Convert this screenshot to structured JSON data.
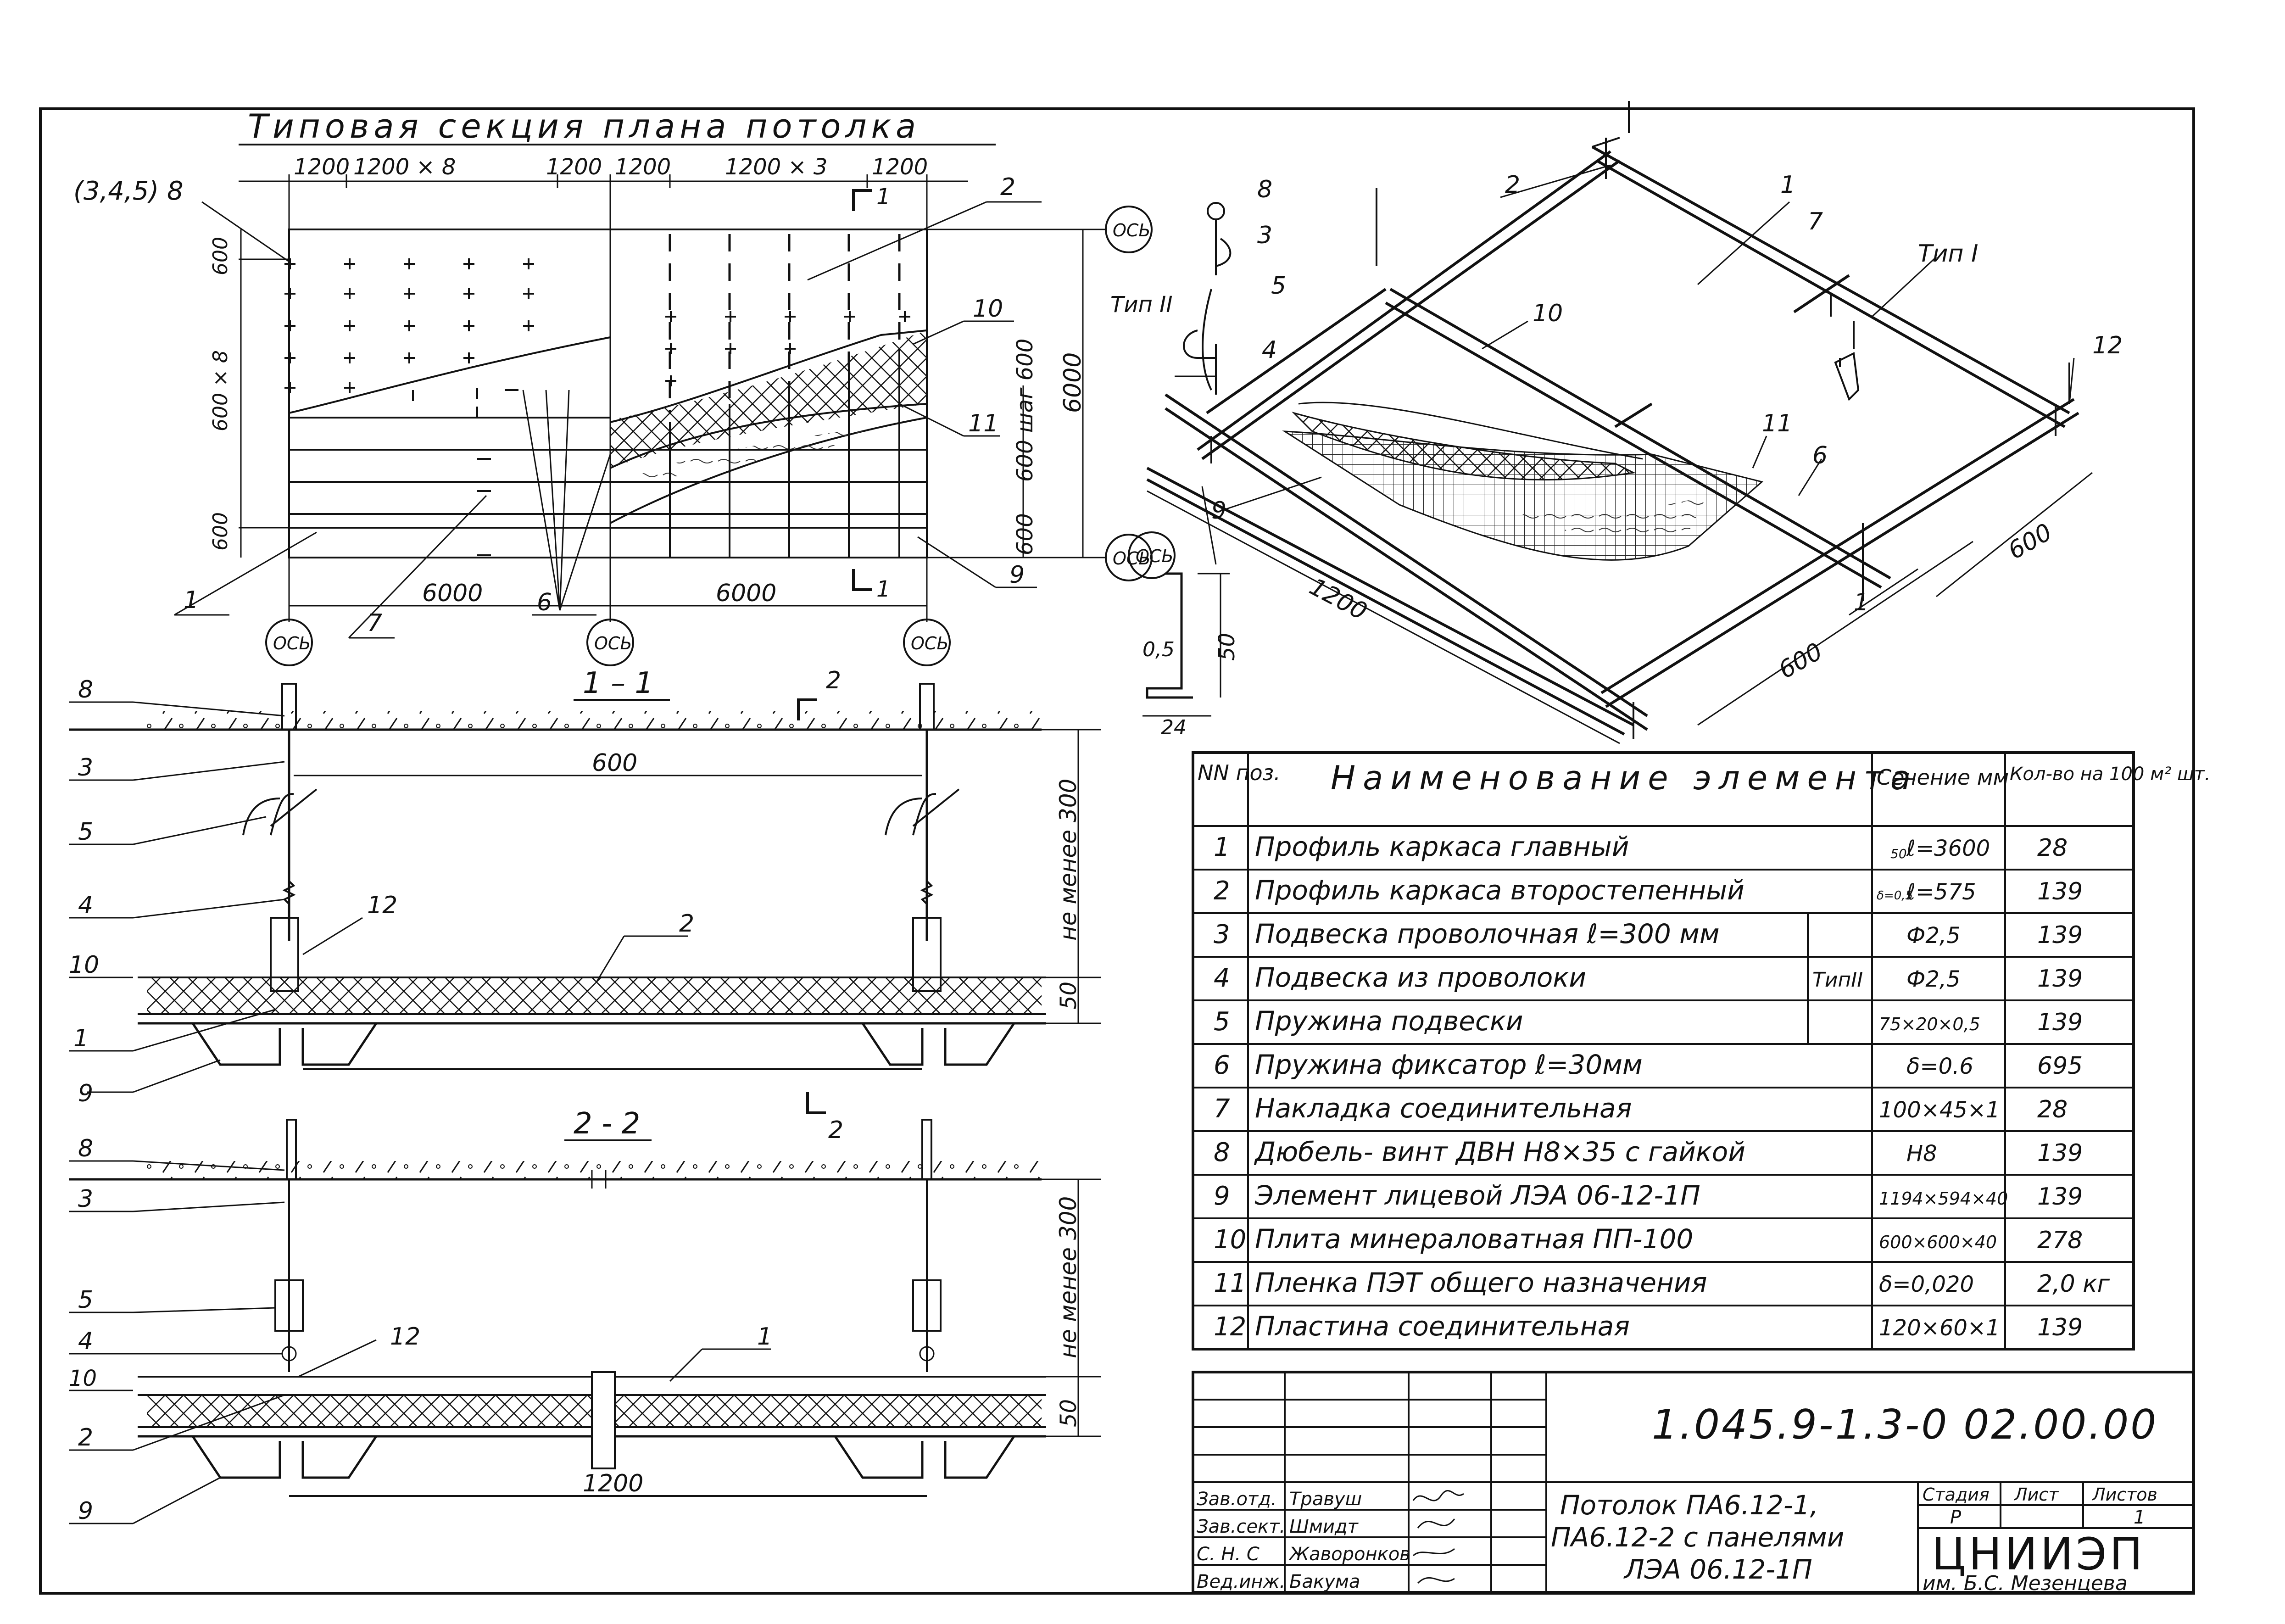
{
  "plan": {
    "title": "Типовая секция плана   потолка",
    "ref_left": "(3,4,5) 8",
    "dim_top": [
      "1200",
      "1200 × 8",
      "1200",
      "1200",
      "1200 × 3",
      "1200"
    ],
    "dim_left_top": "600",
    "dim_left_mid": "600 × 8",
    "dim_left_bottom": "600",
    "dim_right_total": "6000",
    "dim_right_step": "600 шаг 600",
    "dim_right_bottom": "600",
    "dim_bottom_left": "6000",
    "dim_bottom_right": "6000",
    "section_mark": "1",
    "axis": "ОСЬ",
    "callouts": {
      "c1": "1",
      "c2": "2",
      "c6": "6",
      "c7": "7",
      "c9": "9",
      "c10": "10",
      "c11": "11"
    }
  },
  "iso": {
    "labels": {
      "l1": "1",
      "l2": "2",
      "l3": "3",
      "l4": "4",
      "l5": "5",
      "l6": "6",
      "l7": "7",
      "l8": "8",
      "l9": "9",
      "l10": "10",
      "l11": "11",
      "l12": "12"
    },
    "type1": "Тип I",
    "type2": "Тип II",
    "dim_1200": "1200",
    "dim_600a": "600",
    "dim_600b": "600",
    "profile_h": "50",
    "profile_t": "0,5",
    "profile_w": "24"
  },
  "section11": {
    "title": "1 – 1",
    "cut_mark": "2",
    "dim_width": "600",
    "dim_min": "не менее 300",
    "dim_50": "50",
    "labels": {
      "l8": "8",
      "l3": "3",
      "l5": "5",
      "l4": "4",
      "l12": "12",
      "l2": "2",
      "l10": "10",
      "l1": "1",
      "l9": "9"
    }
  },
  "section22": {
    "title": "2 - 2",
    "cut_mark": "2",
    "dim_width": "1200",
    "dim_min": "не менее 300",
    "dim_50": "50",
    "labels": {
      "l8": "8",
      "l3": "3",
      "l5": "5",
      "l4": "4",
      "l12": "12",
      "l1": "1",
      "l10": "10",
      "l2": "2",
      "l9": "9"
    }
  },
  "spec_table": {
    "headers": {
      "nn": "NN поз.",
      "name": "Наименование элемента",
      "section": "Сечение мм",
      "qty": "Кол-во на 100 м² шт."
    },
    "rows": [
      {
        "pos": "1",
        "name": "Профиль каркаса главный",
        "section": "ℓ=3600",
        "qty": "28"
      },
      {
        "pos": "2",
        "name": "Профиль каркаса второстепенный",
        "section": "ℓ=575",
        "qty": "139"
      },
      {
        "pos": "3",
        "name": "Подвеска проволочная ℓ=300 мм",
        "section": "Ф2,5",
        "qty": "139"
      },
      {
        "pos": "4",
        "name": "Подвеска из проволоки",
        "section": "Ф2,5",
        "qty": "139"
      },
      {
        "pos": "5",
        "name": "Пружина подвески",
        "section": "75×20×0,5",
        "qty": "139"
      },
      {
        "pos": "6",
        "name": "Пружина фиксатор ℓ=30мм",
        "section": "δ=0.6",
        "qty": "695"
      },
      {
        "pos": "7",
        "name": "Накладка соединительная",
        "section": "100×45×1",
        "qty": "28"
      },
      {
        "pos": "8",
        "name": "Дюбель- винт ДВН Н8×35 с гайкой",
        "section": "Н8",
        "qty": "139"
      },
      {
        "pos": "9",
        "name": "Элемент лицевой ЛЭА 06-12-1П",
        "section": "1194×594×40",
        "qty": "139"
      },
      {
        "pos": "10",
        "name": "Плита минераловатная ПП-100",
        "section": "600×600×40",
        "qty": "278"
      },
      {
        "pos": "11",
        "name": "Пленка ПЭТ   общего назначения",
        "section": "δ=0,020",
        "qty": "2,0 кг"
      },
      {
        "pos": "12",
        "name": "Пластина соединительная",
        "section": "120×60×1",
        "qty": "139"
      }
    ],
    "type2_mark": "ТипII",
    "row1_profile_note": "50",
    "row2_profile_note": "δ=0,5"
  },
  "title_block": {
    "doc_code": "1.045.9-1.3-0 02.00.00",
    "roles": [
      {
        "role": "Зав.отд.",
        "name": "Травуш"
      },
      {
        "role": "Зав.сект.",
        "name": "Шмидт"
      },
      {
        "role": "С. Н. С",
        "name": "Жаворонков"
      },
      {
        "role": "Вед.инж.",
        "name": "Бакума"
      }
    ],
    "title_lines": [
      "Потолок ПА6.12-1,",
      "ПА6.12-2 с панелями",
      "ЛЭА 06.12-1П"
    ],
    "stage_label": "Стадия",
    "sheet_label": "Лист",
    "sheets_label": "Листов",
    "stage": "Р",
    "sheets": "1",
    "org": "ЦНИИЭП",
    "org_sub": "им. Б.С. Мезенцева"
  }
}
